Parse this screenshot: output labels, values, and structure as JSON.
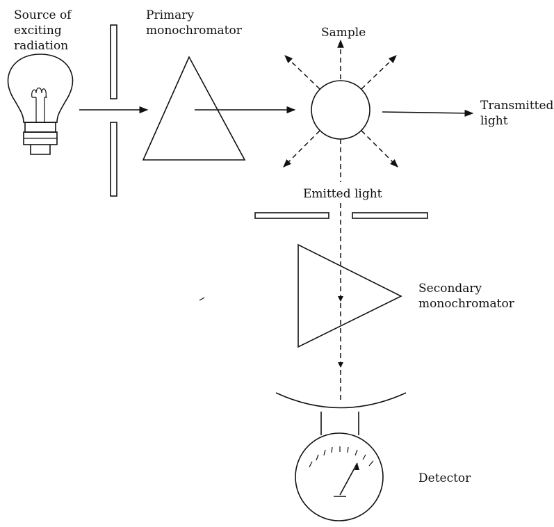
{
  "labels": {
    "source": [
      "Source of",
      "exciting",
      "radiation"
    ],
    "primary_monochromator": [
      "Primary",
      "monochromator"
    ],
    "sample": "Sample",
    "transmitted_light": [
      "Transmitted",
      "light"
    ],
    "emitted_light": "Emitted light",
    "secondary_monochromator": [
      "Secondary",
      "monochromator"
    ],
    "detector": "Detector"
  },
  "icons": {
    "lamp": "light-bulb-icon",
    "prism": "triangle-prism",
    "sample": "circle-sample",
    "detector": "meter-dial-icon"
  }
}
